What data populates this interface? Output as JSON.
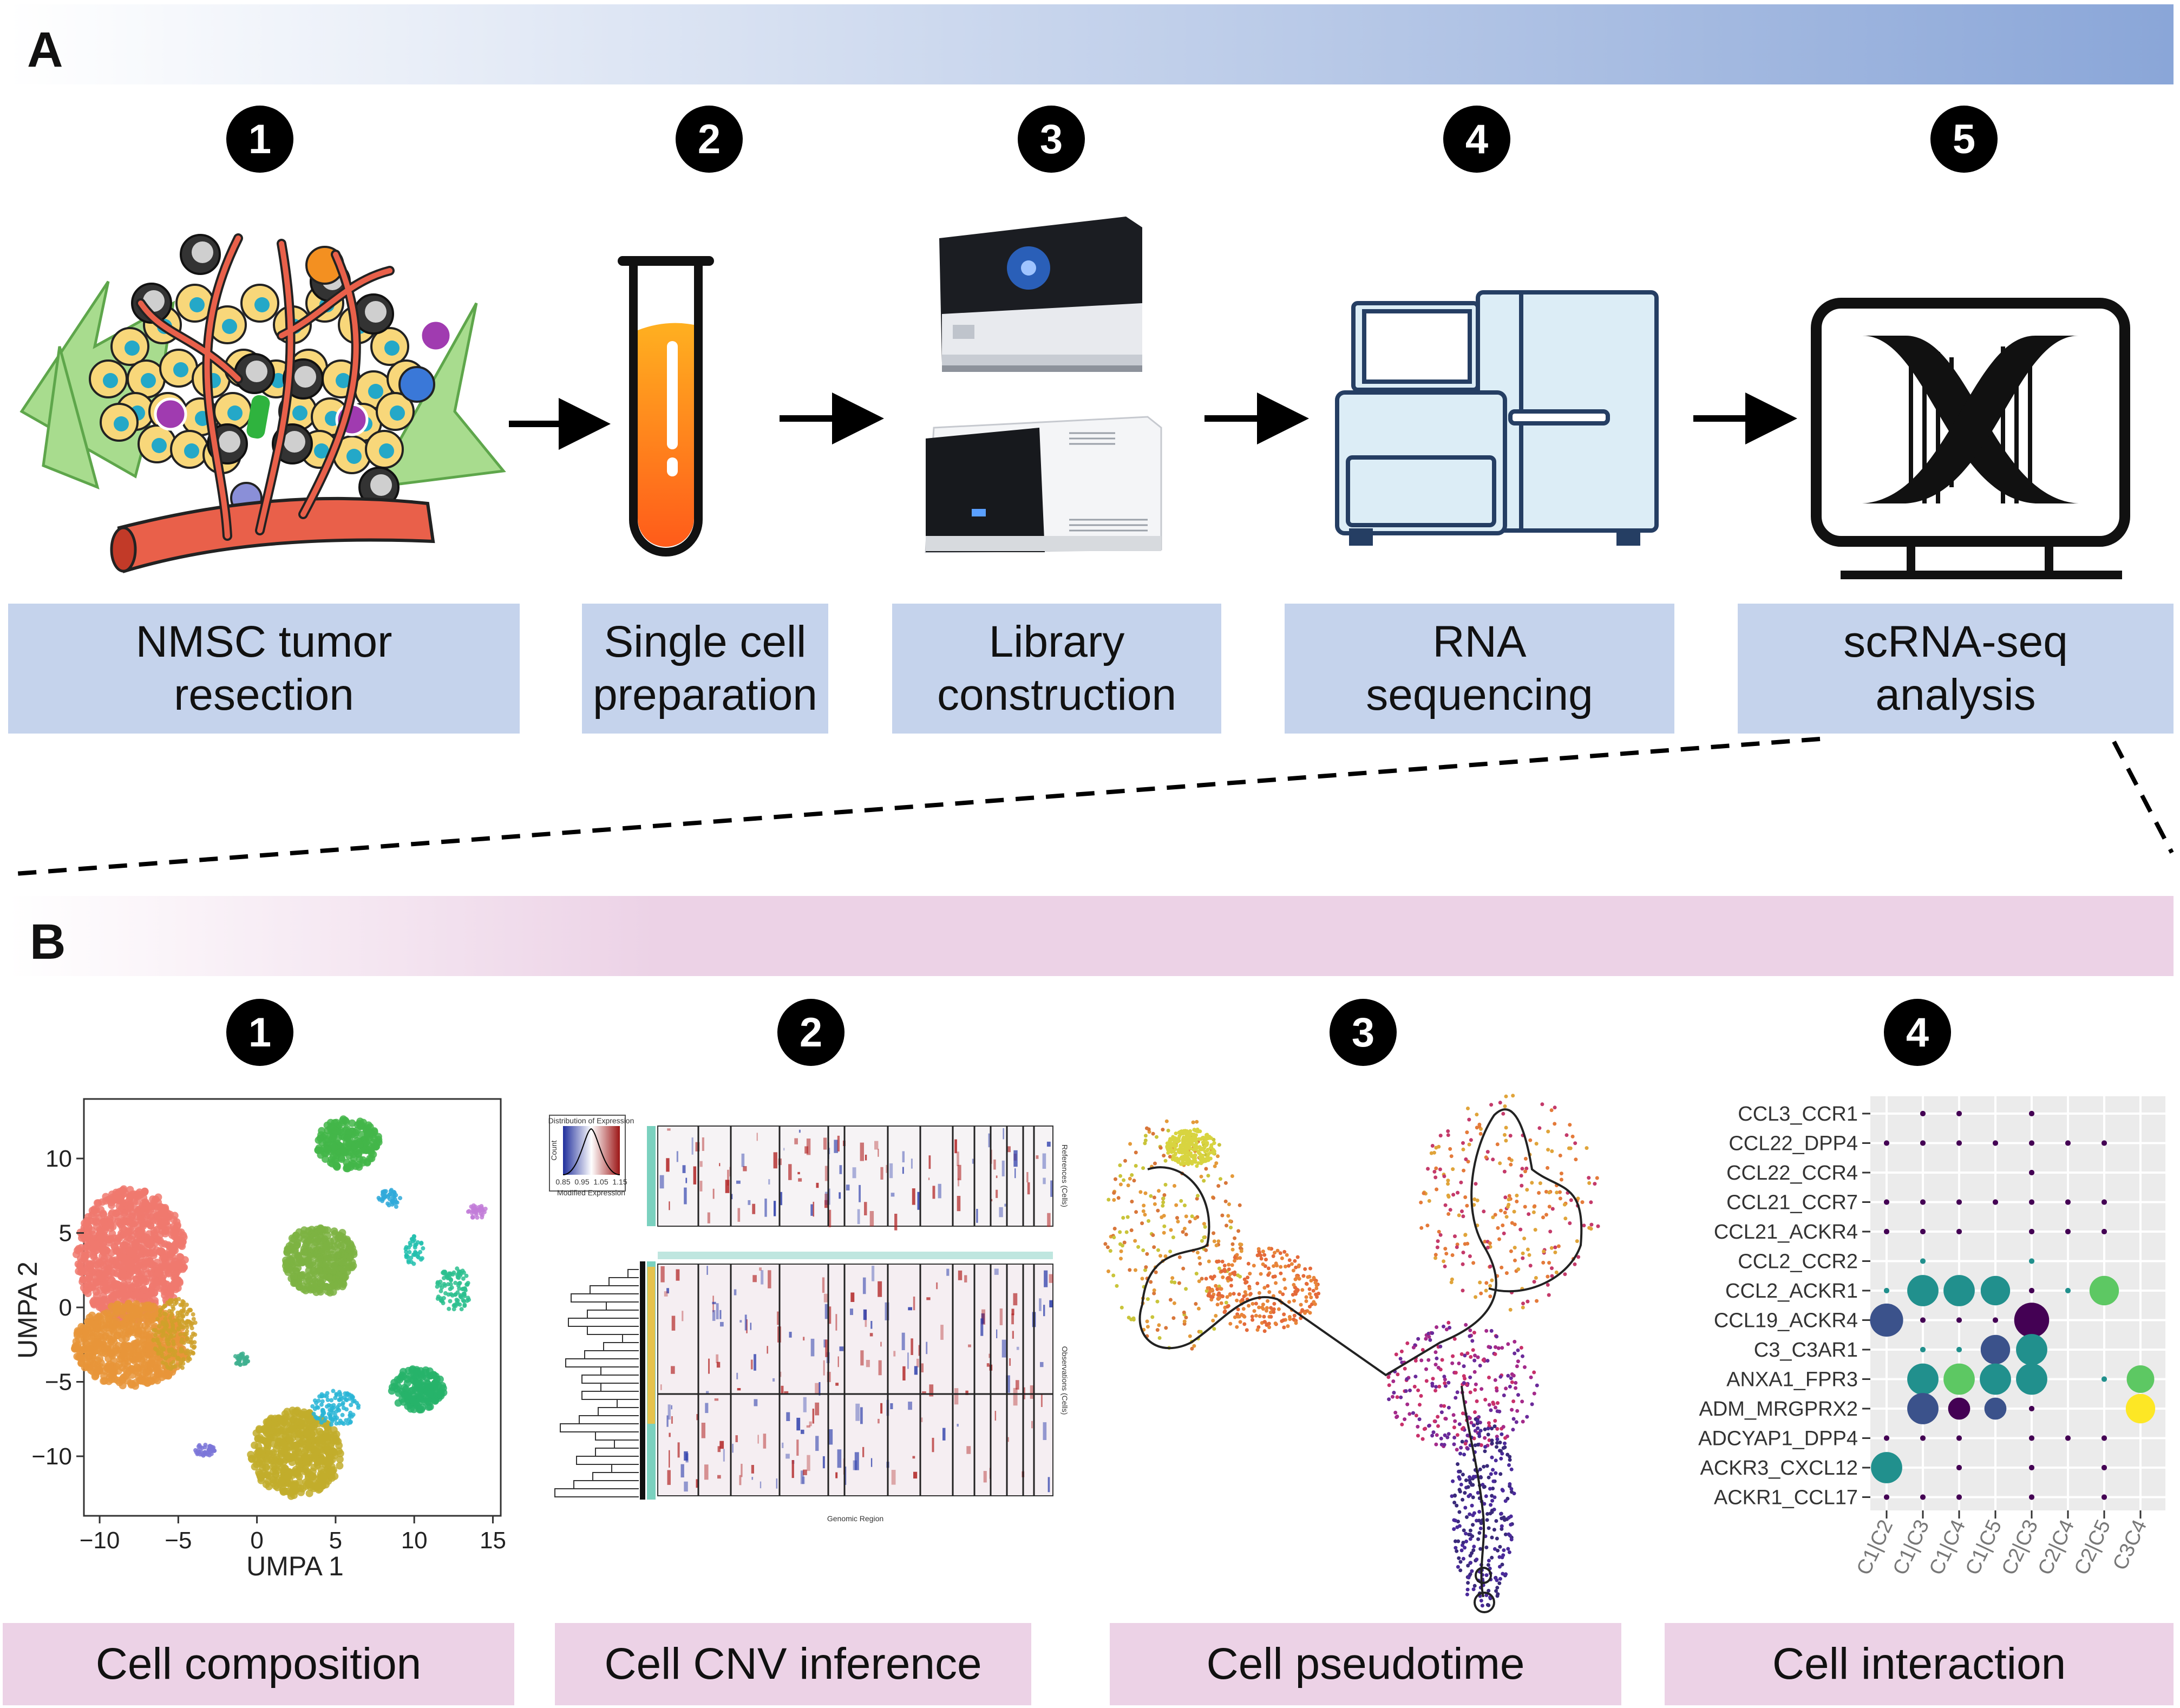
{
  "panel_a": {
    "letter": "A",
    "banner_colors": [
      "#ffffff",
      "#8aa6d8"
    ],
    "steps": [
      {
        "number": "1",
        "label": "NMSC tumor\nresection",
        "icon": "tumor-tissue-icon"
      },
      {
        "number": "2",
        "label": "Single cell\npreparation",
        "icon": "test-tube-icon"
      },
      {
        "number": "3",
        "label": "Library\nconstruction",
        "icon": "library-instrument-icon"
      },
      {
        "number": "4",
        "label": "RNA\nsequencing",
        "icon": "sequencer-icon"
      },
      {
        "number": "5",
        "label": "scRNA-seq\nanalysis",
        "icon": "dna-monitor-icon"
      }
    ]
  },
  "panel_b": {
    "letter": "B",
    "banner_colors": [
      "#ffffff",
      "#ecd2e6"
    ],
    "steps": [
      {
        "number": "1",
        "label": "Cell composition"
      },
      {
        "number": "2",
        "label": "Cell CNV inference"
      },
      {
        "number": "3",
        "label": "Cell pseudotime"
      },
      {
        "number": "4",
        "label": "Cell interaction"
      }
    ]
  },
  "umap": {
    "xlabel": "UMPA 1",
    "ylabel": "UMPA 2",
    "xticks": [
      -10,
      -5,
      0,
      5,
      10,
      15
    ],
    "yticks": [
      10,
      5,
      0,
      -5,
      -10
    ],
    "xlim": [
      -11,
      15.5
    ],
    "ylim": [
      -14,
      14
    ],
    "clusters": [
      {
        "color": "#f0796f",
        "cx": -8.0,
        "cy": 3.5,
        "rx": 3.5,
        "ry": 4.5
      },
      {
        "color": "#e8953a",
        "cx": -8.0,
        "cy": -2.5,
        "rx": 3.6,
        "ry": 2.8
      },
      {
        "color": "#cfa12a",
        "cx": -5.2,
        "cy": -1.8,
        "rx": 1.4,
        "ry": 2.4
      },
      {
        "color": "#c2ad2c",
        "cx": 2.5,
        "cy": -9.8,
        "rx": 2.9,
        "ry": 2.9
      },
      {
        "color": "#7cb342",
        "cx": 4.0,
        "cy": 3.2,
        "rx": 2.2,
        "ry": 2.4
      },
      {
        "color": "#43b649",
        "cx": 5.8,
        "cy": 11.0,
        "rx": 2.0,
        "ry": 1.7
      },
      {
        "color": "#2cc08e",
        "cx": 12.5,
        "cy": 1.2,
        "rx": 1.1,
        "ry": 1.5
      },
      {
        "color": "#27b36a",
        "cx": 10.2,
        "cy": -5.5,
        "rx": 1.7,
        "ry": 1.4
      },
      {
        "color": "#29b5d6",
        "cx": 5.0,
        "cy": -6.8,
        "rx": 1.5,
        "ry": 1.2
      },
      {
        "color": "#2fa9d9",
        "cx": 8.5,
        "cy": 7.3,
        "rx": 0.8,
        "ry": 0.6
      },
      {
        "color": "#22bfae",
        "cx": 10.0,
        "cy": 3.8,
        "rx": 0.6,
        "ry": 1.0
      },
      {
        "color": "#7b75d8",
        "cx": -3.3,
        "cy": -9.6,
        "rx": 0.7,
        "ry": 0.4
      },
      {
        "color": "#c27cd8",
        "cx": 14.0,
        "cy": 6.4,
        "rx": 0.6,
        "ry": 0.5
      },
      {
        "color": "#3fb08f",
        "cx": -1.0,
        "cy": -3.5,
        "rx": 0.5,
        "ry": 0.4
      }
    ]
  },
  "cnv": {
    "legend_title": "Distribution of Expression",
    "legend_xlabel": "Modified Expression",
    "legend_ylabel": "Count",
    "legend_ticks": [
      "0.85",
      "0.95",
      "1.05",
      "1.15"
    ],
    "references_label": "References (Cells)",
    "observations_label": "Observations (Cells)",
    "xlabel": "Genomic Region"
  },
  "dotplot": {
    "pairs": [
      "CCL3_CCR1",
      "CCL22_DPP4",
      "CCL22_CCR4",
      "CCL21_CCR7",
      "CCL21_ACKR4",
      "CCL2_CCR2",
      "CCL2_ACKR1",
      "CCL19_ACKR4",
      "C3_C3AR1",
      "ANXA1_FPR3",
      "ADM_MRGPRX2",
      "ADCYAP1_DPP4",
      "ACKR3_CXCL12",
      "ACKR1_CCL17"
    ],
    "clusters": [
      "C1|C2",
      "C1|C3",
      "C1|C4",
      "C1|C5",
      "C2|C3",
      "C2|C4",
      "C2|C5",
      "C3C4"
    ],
    "colors": [
      "#440154",
      "#3b528b",
      "#21908d",
      "#5dc863",
      "#fde725"
    ],
    "points": [
      [
        0,
        1,
        0.15,
        0
      ],
      [
        0,
        2,
        0.15,
        0
      ],
      [
        0,
        4,
        0.15,
        0
      ],
      [
        1,
        0,
        0.15,
        0
      ],
      [
        1,
        1,
        0.15,
        0
      ],
      [
        1,
        2,
        0.15,
        0
      ],
      [
        1,
        3,
        0.15,
        0
      ],
      [
        1,
        4,
        0.15,
        0
      ],
      [
        1,
        5,
        0.15,
        0
      ],
      [
        1,
        6,
        0.15,
        0
      ],
      [
        2,
        4,
        0.15,
        0
      ],
      [
        3,
        0,
        0.15,
        0
      ],
      [
        3,
        1,
        0.15,
        0
      ],
      [
        3,
        2,
        0.15,
        0
      ],
      [
        3,
        3,
        0.15,
        0
      ],
      [
        3,
        4,
        0.15,
        0
      ],
      [
        3,
        5,
        0.15,
        0
      ],
      [
        3,
        6,
        0.15,
        0
      ],
      [
        4,
        0,
        0.15,
        0
      ],
      [
        4,
        1,
        0.15,
        0
      ],
      [
        4,
        2,
        0.15,
        0
      ],
      [
        4,
        4,
        0.15,
        0
      ],
      [
        4,
        5,
        0.15,
        0
      ],
      [
        4,
        6,
        0.15,
        0
      ],
      [
        5,
        1,
        0.15,
        2
      ],
      [
        5,
        4,
        0.15,
        2
      ],
      [
        6,
        0,
        0.15,
        2
      ],
      [
        6,
        1,
        0.85,
        2
      ],
      [
        6,
        2,
        0.85,
        2
      ],
      [
        6,
        3,
        0.8,
        2
      ],
      [
        6,
        4,
        0.15,
        0
      ],
      [
        6,
        5,
        0.15,
        2
      ],
      [
        6,
        6,
        0.8,
        3
      ],
      [
        7,
        0,
        0.9,
        1
      ],
      [
        7,
        1,
        0.15,
        0
      ],
      [
        7,
        2,
        0.15,
        0
      ],
      [
        7,
        3,
        0.15,
        0
      ],
      [
        7,
        4,
        0.95,
        0
      ],
      [
        8,
        1,
        0.15,
        2
      ],
      [
        8,
        2,
        0.15,
        2
      ],
      [
        8,
        3,
        0.8,
        1
      ],
      [
        8,
        4,
        0.85,
        2
      ],
      [
        9,
        1,
        0.85,
        2
      ],
      [
        9,
        2,
        0.85,
        3
      ],
      [
        9,
        3,
        0.85,
        2
      ],
      [
        9,
        4,
        0.85,
        2
      ],
      [
        9,
        6,
        0.15,
        2
      ],
      [
        9,
        7,
        0.75,
        3
      ],
      [
        10,
        1,
        0.85,
        1
      ],
      [
        10,
        2,
        0.6,
        0
      ],
      [
        10,
        3,
        0.6,
        1
      ],
      [
        10,
        4,
        0.15,
        0
      ],
      [
        10,
        7,
        0.8,
        4
      ],
      [
        11,
        0,
        0.15,
        0
      ],
      [
        11,
        1,
        0.15,
        0
      ],
      [
        11,
        2,
        0.15,
        0
      ],
      [
        11,
        4,
        0.15,
        0
      ],
      [
        11,
        5,
        0.15,
        0
      ],
      [
        11,
        6,
        0.15,
        0
      ],
      [
        12,
        0,
        0.85,
        2
      ],
      [
        12,
        2,
        0.15,
        0
      ],
      [
        12,
        4,
        0.15,
        0
      ],
      [
        12,
        6,
        0.15,
        0
      ],
      [
        13,
        0,
        0.15,
        0
      ],
      [
        13,
        1,
        0.15,
        0
      ],
      [
        13,
        2,
        0.15,
        0
      ],
      [
        13,
        4,
        0.15,
        0
      ],
      [
        13,
        6,
        0.15,
        0
      ]
    ]
  }
}
